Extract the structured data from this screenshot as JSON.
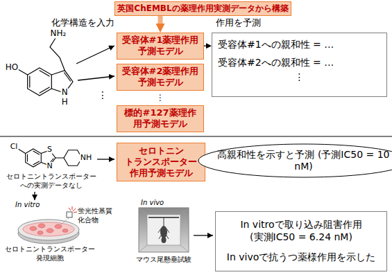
{
  "diagram": {
    "nodes": [
      {
        "text": [
          "英国ChEMBLの薬理作用実測データから構築"
        ]
      },
      {
        "text": [
          "受容体#1薬理作用 予測モデル"
        ]
      },
      {
        "text": [
          "受容体#2薬理作用 予測モデル"
        ]
      },
      {
        "text": [
          "標的#127薬理作 用予測モデル"
        ]
      },
      {
        "text": [
          "受容体#1への親和性 = …",
          "受容体#2への親和性 = …",
          "⋮"
        ]
      },
      {
        "text": [
          "セロトニン トランスポーター 作用予測モデル"
        ]
      },
      {
        "text": [
          "高親和性を示すと予測 (予測IC50 = 10 nM)"
        ]
      },
      {
        "text": [
          "In vitroで取り込み阻害作用 (実測IC50 = 6.24 nM)",
          "In vivoで抗うつ薬様作用を示した"
        ]
      }
    ],
    "edges": [
      {
        "from": 0,
        "to": 1,
        "arrow": "to"
      },
      {
        "from": 1,
        "to": 4,
        "arrow": "to"
      },
      {
        "from": 5,
        "to": 6,
        "arrow": "to"
      }
    ],
    "labels": [
      "化学構造を入力",
      "作用を予測",
      "NH₂",
      "HO",
      "N",
      "H",
      "⋮",
      "⋮",
      "Cl",
      "S",
      "N",
      "NH",
      "セロトニントランスポーター への実測データなし",
      "In vitro",
      "蛍光性基質 化合物",
      "セロトニントランスポーター 発現細胞",
      "In vivo",
      "マウス尾懸垂試験"
    ]
  }
}
